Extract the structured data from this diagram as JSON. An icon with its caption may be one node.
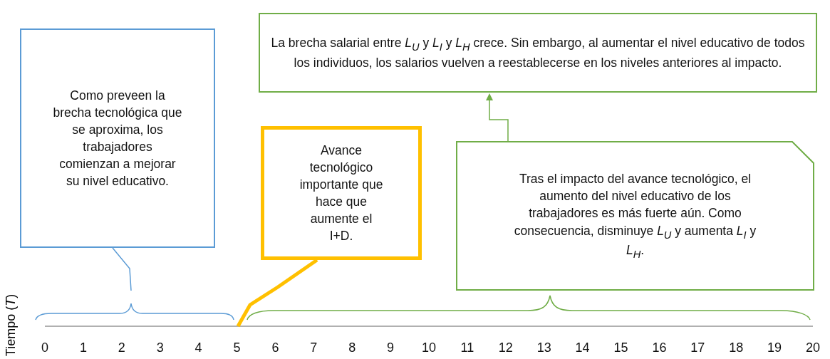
{
  "diagram": {
    "nodes": [
      {
        "text": [
          "Como preveen la brecha tecnológica que se aproxima, los trabajadores comienzan a mejorar su nivel educativo."
        ]
      },
      {
        "text": [
          "Avance tecnológico importante que hace que aumente el I+D."
        ]
      },
      {
        "text": [
          "Tras el impacto del avance tecnológico, el aumento del nivel educativo de los trabajadores es más fuerte aún. Como consecuencia, disminuye *L*$_{U}$ y aumenta *L*$_{I}$ y *L*$_{H}$."
        ]
      },
      {
        "text": [
          "La brecha salarial entre *L*$_{U}$ y *L*$_{I}$ y *L*$_{H}$ crece. Sin embargo, al aumentar el nivel educativo de todos los individuos, los salarios vuelven a reestablecerse en los niveles anteriores al impacto."
        ]
      }
    ],
    "edges": [
      {
        "from": 0,
        "to": null,
        "arrow": "none",
        "color": "#5b9bd5"
      },
      {
        "from": 1,
        "to": null,
        "arrow": "none",
        "style": "thick",
        "color": "#ffc000"
      },
      {
        "from": 2,
        "to": 3,
        "arrow": "to",
        "color": "#70ad47"
      }
    ],
    "labels": [
      "Tiempo (*T*)",
      "0",
      "1",
      "2",
      "3",
      "4",
      "5",
      "6",
      "7",
      "8",
      "9",
      "10",
      "11",
      "12",
      "13",
      "14",
      "15",
      "16",
      "17",
      "18",
      "19",
      "20"
    ]
  }
}
